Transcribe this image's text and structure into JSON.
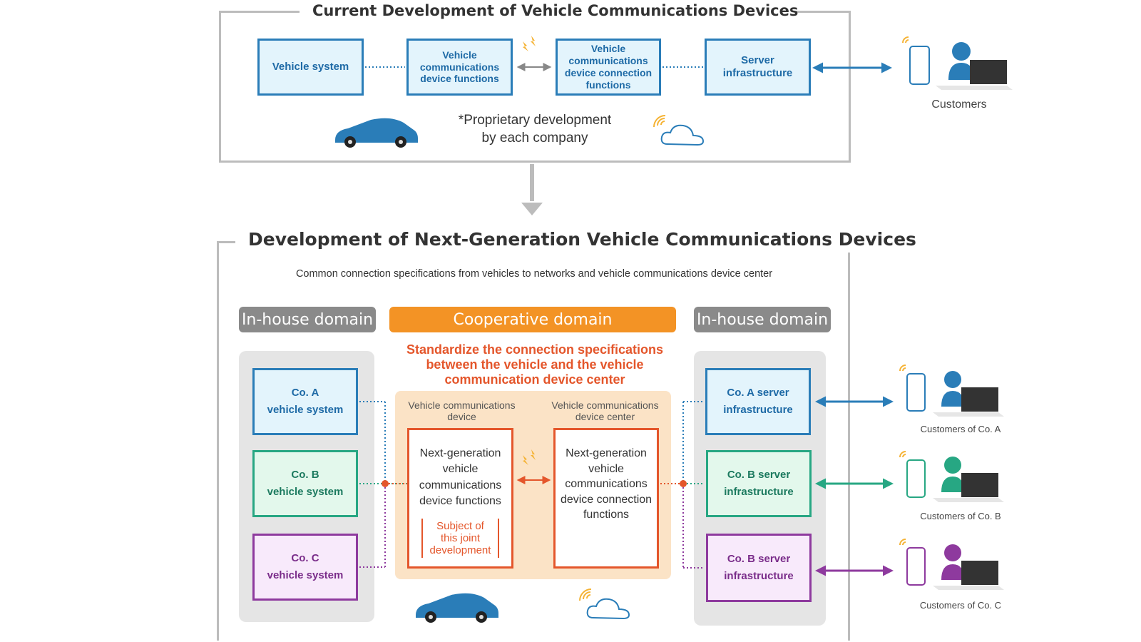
{
  "top": {
    "title": "Current Development of Vehicle Communications Devices",
    "boxes": {
      "vehicle_system": "Vehicle system",
      "device_functions": "Vehicle communications device functions",
      "connection_functions": "Vehicle communications device connection functions",
      "server": "Server infrastructure"
    },
    "note_line1": "*Proprietary development",
    "note_line2": "by each company",
    "customers": "Customers"
  },
  "bottom": {
    "title": "Development of Next-Generation Vehicle Communications Devices",
    "subtitle": "Common connection specifications from vehicles to networks and vehicle communications device center",
    "domains": {
      "left": "In-house domain",
      "center": "Cooperative domain",
      "right": "In-house domain"
    },
    "standardize_line1": "Standardize the connection specifications",
    "standardize_line2": "between the vehicle and the vehicle",
    "standardize_line3": "communication device center",
    "vehicles": [
      {
        "line1": "Co. A",
        "line2": "vehicle system"
      },
      {
        "line1": "Co. B",
        "line2": "vehicle system"
      },
      {
        "line1": "Co. C",
        "line2": "vehicle system"
      }
    ],
    "servers": [
      {
        "line1": "Co. A server",
        "line2": "infrastructure"
      },
      {
        "line1": "Co. B server",
        "line2": "infrastructure"
      },
      {
        "line1": "Co. B server",
        "line2": "infrastructure"
      }
    ],
    "device_label_line1": "Vehicle communications",
    "device_label_line2": "device",
    "center_label_line1": "Vehicle communications",
    "center_label_line2": "device center",
    "device_box": "Next-generation vehicle communications device functions",
    "joint_line1": "Subject of",
    "joint_line2": "this joint",
    "joint_line3": "development",
    "center_box": "Next-generation vehicle communications device connection functions",
    "customers": [
      "Customers of Co. A",
      "Customers of Co. B",
      "Customers of Co. C"
    ]
  },
  "colors": {
    "blue": "#2a7db8",
    "teal": "#27a783",
    "purple": "#8e3a9e",
    "orange": "#f39325",
    "red_orange": "#e4562b",
    "gray_pill": "#8a8a8a",
    "signal": "#f5b335"
  },
  "icons": [
    "car-icon",
    "cloud-icon",
    "smartphone-icon",
    "person-at-monitor-icon",
    "lightning-icon",
    "down-arrow-icon"
  ]
}
